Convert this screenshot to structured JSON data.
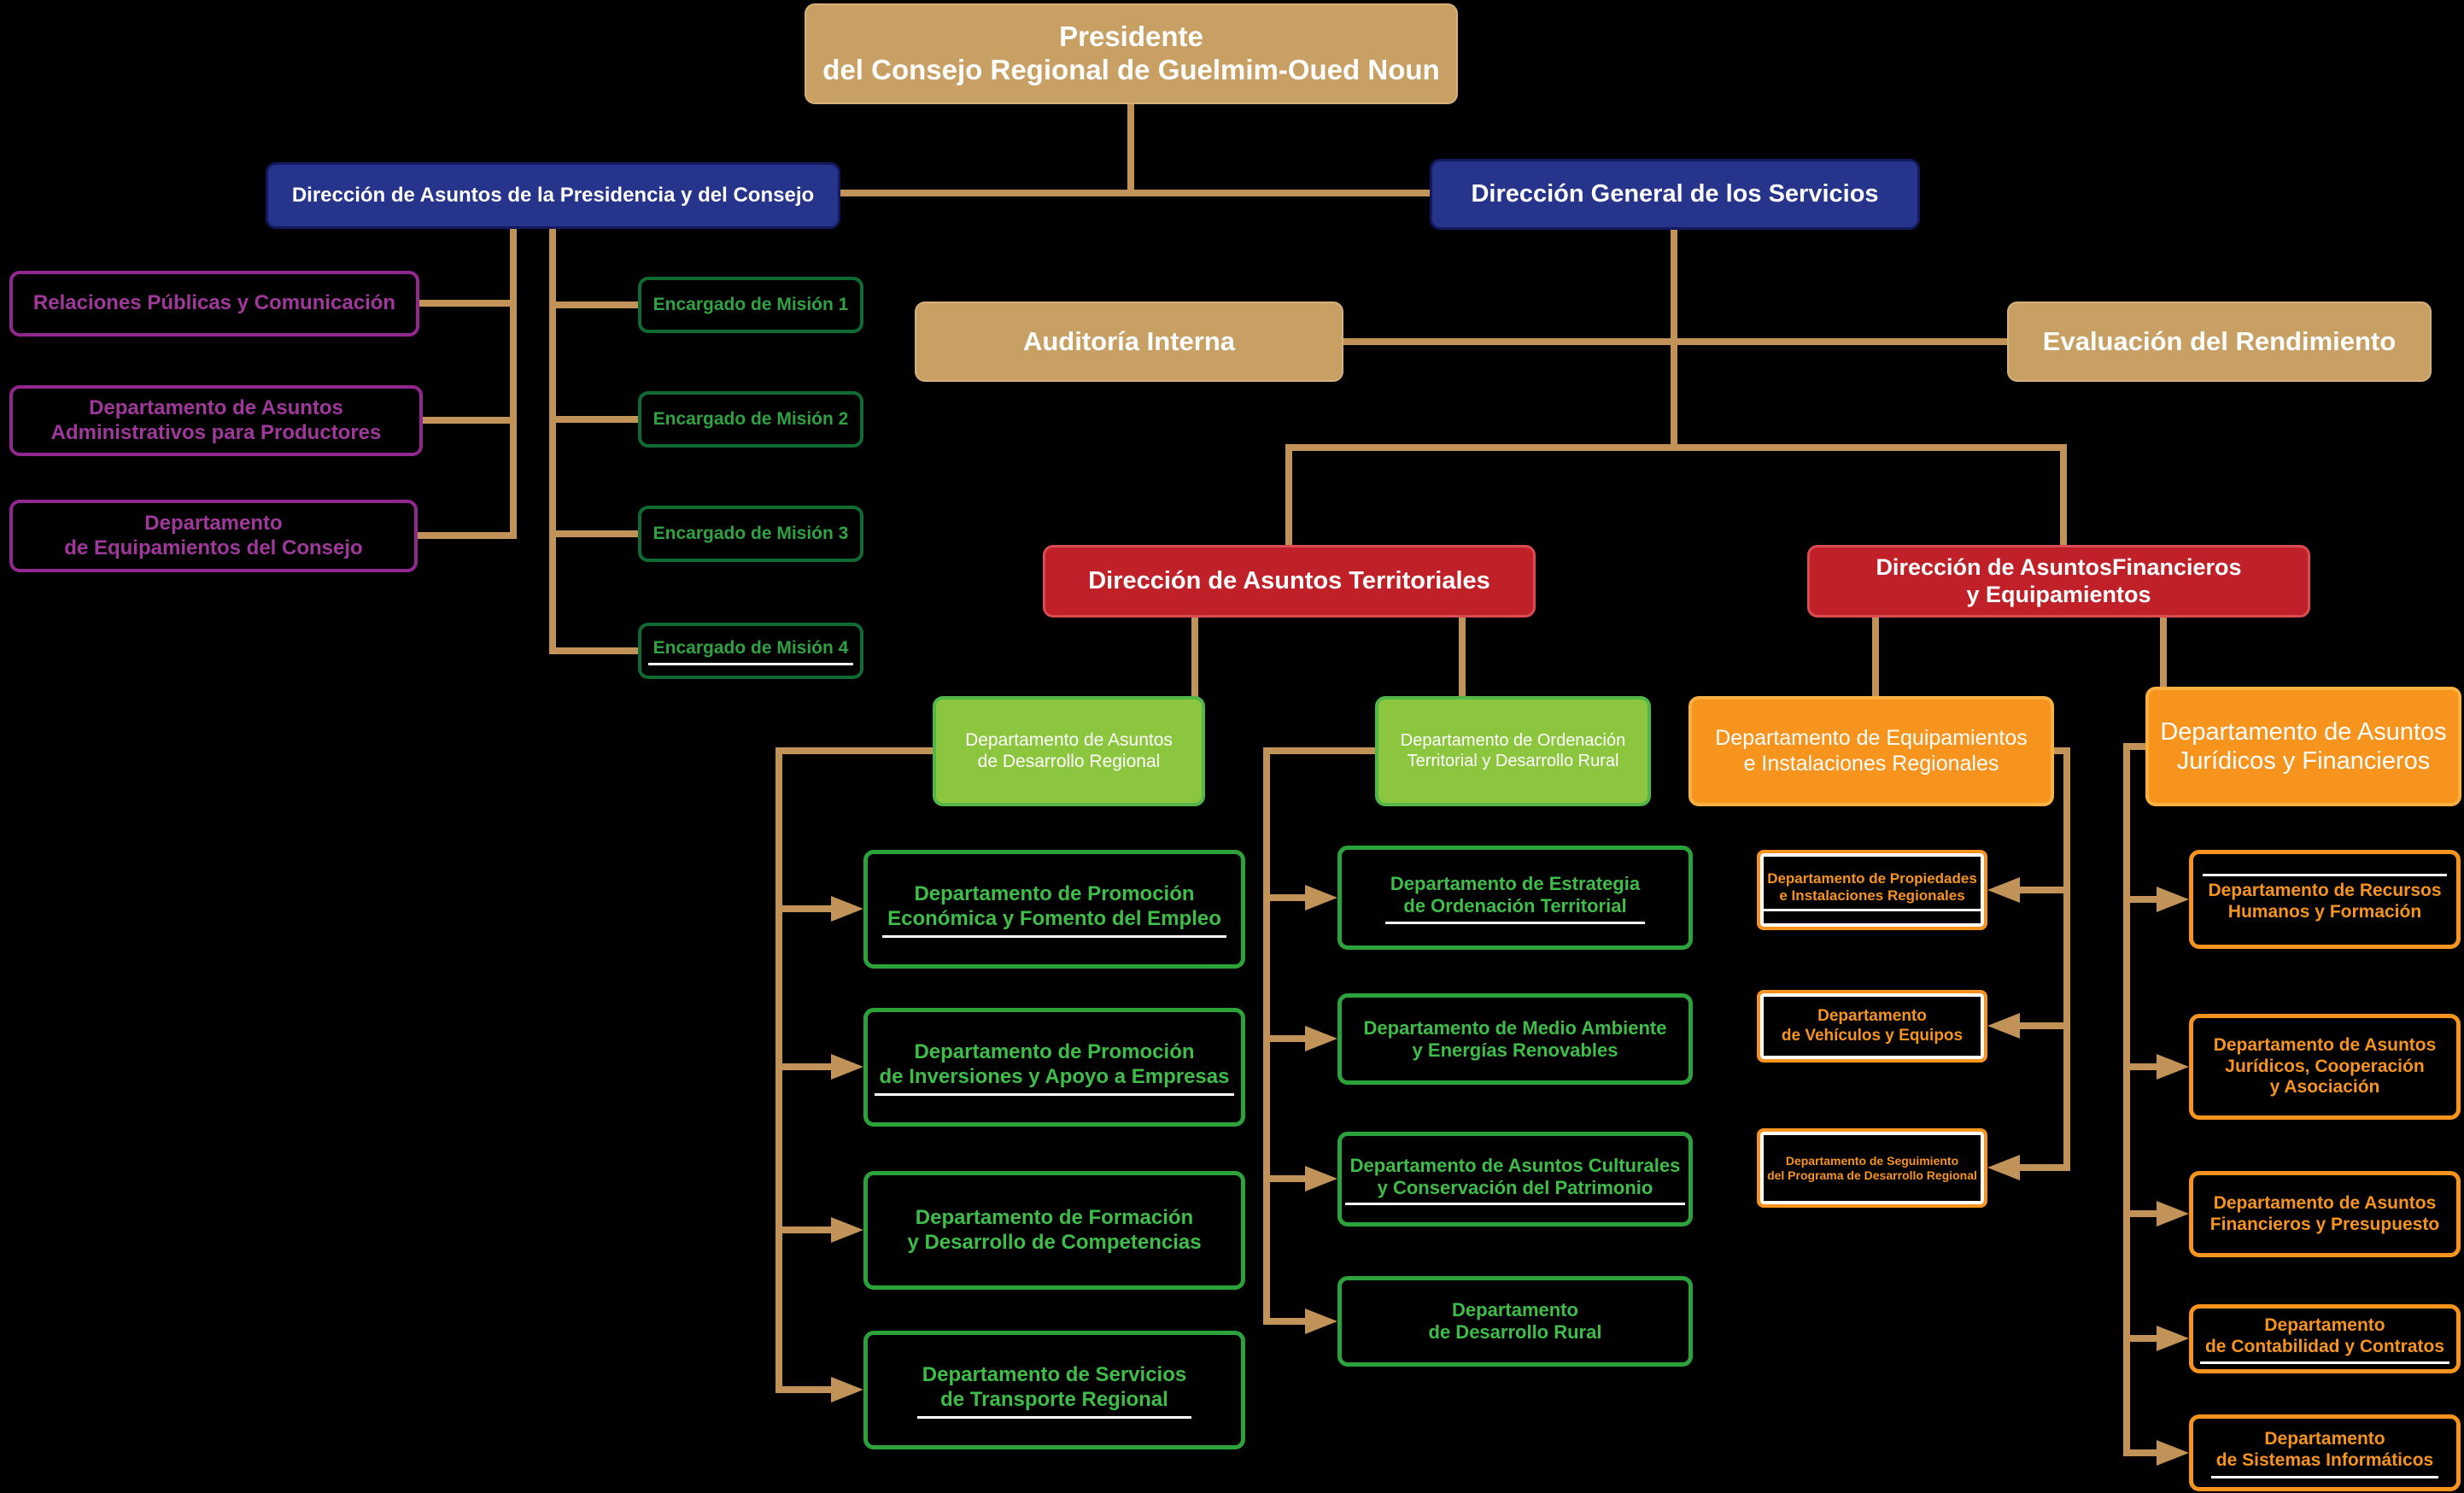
{
  "title": "Organigrama del Consejo Regional de Guelmim-Oued Noun",
  "palette": {
    "background": "#000000",
    "tan_box": "#C9A063",
    "connector": "#C29358",
    "blue_box": "#27348B",
    "red_box": "#C02128",
    "light_green_box": "#8CC63F",
    "green_border": "#2CA23B",
    "green_text": "#3EBD49",
    "dark_green_border": "#0E6B31",
    "orange_box": "#F7941E",
    "purple_border": "#92278F",
    "purple_text": "#A0389B",
    "white": "#FFFFFF"
  },
  "nodes": {
    "presidente": {
      "label": "Presidente\ndel Consejo Regional de Guelmim-Oued Noun"
    },
    "dir_presidencia": {
      "label": "Dirección de Asuntos de la Presidencia y del Consejo"
    },
    "dir_general": {
      "label": "Dirección General de los Servicios"
    },
    "relaciones": {
      "label": "Relaciones Públicas y Comunicación"
    },
    "dep_admin_productores": {
      "label": "Departamento de Asuntos\nAdministrativos para Productores"
    },
    "dep_equip_consejo": {
      "label": "Departamento\nde Equipamientos del Consejo"
    },
    "encargado_1": {
      "label": "Encargado de Misión 1"
    },
    "encargado_2": {
      "label": "Encargado de Misión 2"
    },
    "encargado_3": {
      "label": "Encargado de Misión 3"
    },
    "encargado_4": {
      "label": "Encargado de Misión 4"
    },
    "auditoria": {
      "label": "Auditoría Interna"
    },
    "evaluacion": {
      "label": "Evaluación del Rendimiento"
    },
    "dir_territoriales": {
      "label": "Dirección de Asuntos Territoriales"
    },
    "dir_financieros": {
      "label": "Dirección de AsuntosFinancieros\ny Equipamientos"
    },
    "dep_desarrollo_regional": {
      "label": "Departamento de Asuntos\nde Desarrollo Regional"
    },
    "dep_ordenacion": {
      "label": "Departamento de Ordenación\nTerritorial y Desarrollo Rural"
    },
    "dep_equip_instalaciones": {
      "label": "Departamento de Equipamientos\ne Instalaciones Regionales"
    },
    "dep_juridicos_financieros": {
      "label": "Departamento de Asuntos\nJurídicos y Financieros"
    },
    "promo_economica": {
      "label": "Departamento de Promoción\nEconómica y Fomento del Empleo"
    },
    "promo_inversiones": {
      "label": "Departamento de Promoción\nde Inversiones y Apoyo a Empresas"
    },
    "formacion": {
      "label": "Departamento de Formación\ny Desarrollo de Competencias"
    },
    "transporte": {
      "label": "Departamento de Servicios\nde Transporte Regional"
    },
    "estrategia": {
      "label": "Departamento de Estrategia\nde Ordenación Territorial"
    },
    "medio_ambiente": {
      "label": "Departamento de Medio Ambiente\ny Energías Renovables"
    },
    "culturales": {
      "label": "Departamento de Asuntos Culturales\ny Conservación del Patrimonio"
    },
    "desarrollo_rural": {
      "label": "Departamento\nde Desarrollo Rural"
    },
    "propiedades": {
      "label": "Departamento de Propiedades\ne Instalaciones Regionales"
    },
    "vehiculos": {
      "label": "Departamento\nde Vehículos y Equipos"
    },
    "seguimiento": {
      "label": "Departamento de Seguimiento\ndel Programa de Desarrollo Regional"
    },
    "recursos_humanos": {
      "label": "Departamento de Recursos\nHumanos y Formación"
    },
    "juridicos_cooperacion": {
      "label": "Departamento de Asuntos\nJurídicos, Cooperación\ny Asociación"
    },
    "financieros_presupuesto": {
      "label": "Departamento de Asuntos\nFinancieros y Presupuesto"
    },
    "contabilidad": {
      "label": "Departamento\nde Contabilidad y Contratos"
    },
    "sistemas": {
      "label": "Departamento\nde Sistemas Informáticos"
    }
  },
  "edges": [
    [
      "presidente",
      "dir_presidencia"
    ],
    [
      "presidente",
      "dir_general"
    ],
    [
      "dir_presidencia",
      "relaciones"
    ],
    [
      "dir_presidencia",
      "dep_admin_productores"
    ],
    [
      "dir_presidencia",
      "dep_equip_consejo"
    ],
    [
      "dir_presidencia",
      "encargado_1"
    ],
    [
      "dir_presidencia",
      "encargado_2"
    ],
    [
      "dir_presidencia",
      "encargado_3"
    ],
    [
      "dir_presidencia",
      "encargado_4"
    ],
    [
      "dir_general",
      "auditoria"
    ],
    [
      "dir_general",
      "evaluacion"
    ],
    [
      "dir_general",
      "dir_territoriales"
    ],
    [
      "dir_general",
      "dir_financieros"
    ],
    [
      "dir_territoriales",
      "dep_desarrollo_regional"
    ],
    [
      "dir_territoriales",
      "dep_ordenacion"
    ],
    [
      "dir_financieros",
      "dep_equip_instalaciones"
    ],
    [
      "dir_financieros",
      "dep_juridicos_financieros"
    ],
    [
      "dep_desarrollo_regional",
      "promo_economica"
    ],
    [
      "dep_desarrollo_regional",
      "promo_inversiones"
    ],
    [
      "dep_desarrollo_regional",
      "formacion"
    ],
    [
      "dep_desarrollo_regional",
      "transporte"
    ],
    [
      "dep_ordenacion",
      "estrategia"
    ],
    [
      "dep_ordenacion",
      "medio_ambiente"
    ],
    [
      "dep_ordenacion",
      "culturales"
    ],
    [
      "dep_ordenacion",
      "desarrollo_rural"
    ],
    [
      "dep_equip_instalaciones",
      "propiedades"
    ],
    [
      "dep_equip_instalaciones",
      "vehiculos"
    ],
    [
      "dep_equip_instalaciones",
      "seguimiento"
    ],
    [
      "dep_juridicos_financieros",
      "recursos_humanos"
    ],
    [
      "dep_juridicos_financieros",
      "juridicos_cooperacion"
    ],
    [
      "dep_juridicos_financieros",
      "financieros_presupuesto"
    ],
    [
      "dep_juridicos_financieros",
      "contabilidad"
    ],
    [
      "dep_juridicos_financieros",
      "sistemas"
    ]
  ]
}
